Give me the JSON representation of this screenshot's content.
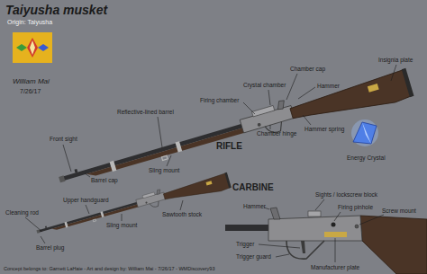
{
  "diagram": {
    "title": "Taiyusha musket",
    "labels": [
      "Origin: Taiyusha",
      "William Mai",
      "7/26/17",
      "Front sight",
      "Barrel cap",
      "Reflective-lined barrel",
      "Sling mount",
      "RIFLE",
      "Firing chamber",
      "Crystal chamber",
      "Chamber cap",
      "Hammer",
      "Hammer spring",
      "Chamber hinge",
      "Insignia plate",
      "Energy Crystal",
      "Cleaning rod",
      "Barrel plug",
      "Upper handguard",
      "Sling mount",
      "Sawtooth stock",
      "CARBINE",
      "Hammer",
      "Sights / lockscrew block",
      "Firing pinhole",
      "Screw mount",
      "Manufacturer plate",
      "Trigger",
      "Trigger guard",
      "Concept belongs to: Garnett LaHaie - Art and design by: William Mai - 7/26/17 - WMDiscovery93"
    ]
  }
}
